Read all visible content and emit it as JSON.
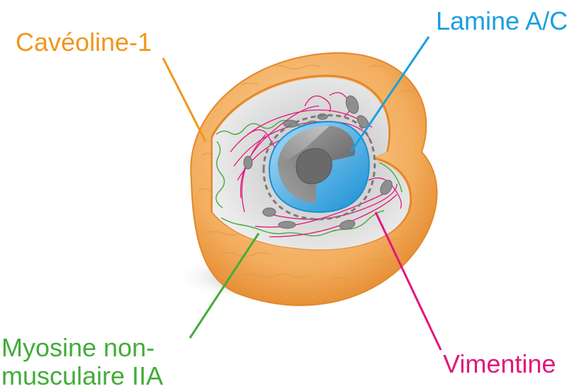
{
  "labels": {
    "caveoline": {
      "text": "Cavéoline-1",
      "color": "#f0961e"
    },
    "lamine": {
      "text": "Lamine A/C",
      "color": "#1a9fe0"
    },
    "myosine": {
      "line1": "Myosine non-",
      "line2": "musculaire IIA",
      "color": "#44ac3a"
    },
    "vimentine": {
      "text": "Vimentine",
      "color": "#e2167c"
    }
  },
  "colors": {
    "membrane": "#f3ad5e",
    "membrane_dark": "#e3882c",
    "cytoplasm": "#e4e4e4",
    "nucleus_envelope": "#31a8e6",
    "nucleus_core": "#7d7d7d",
    "vimentin_filaments": "#e2167c",
    "myosin_filaments": "#44ac3a",
    "organelles": "#8e8e8e"
  }
}
